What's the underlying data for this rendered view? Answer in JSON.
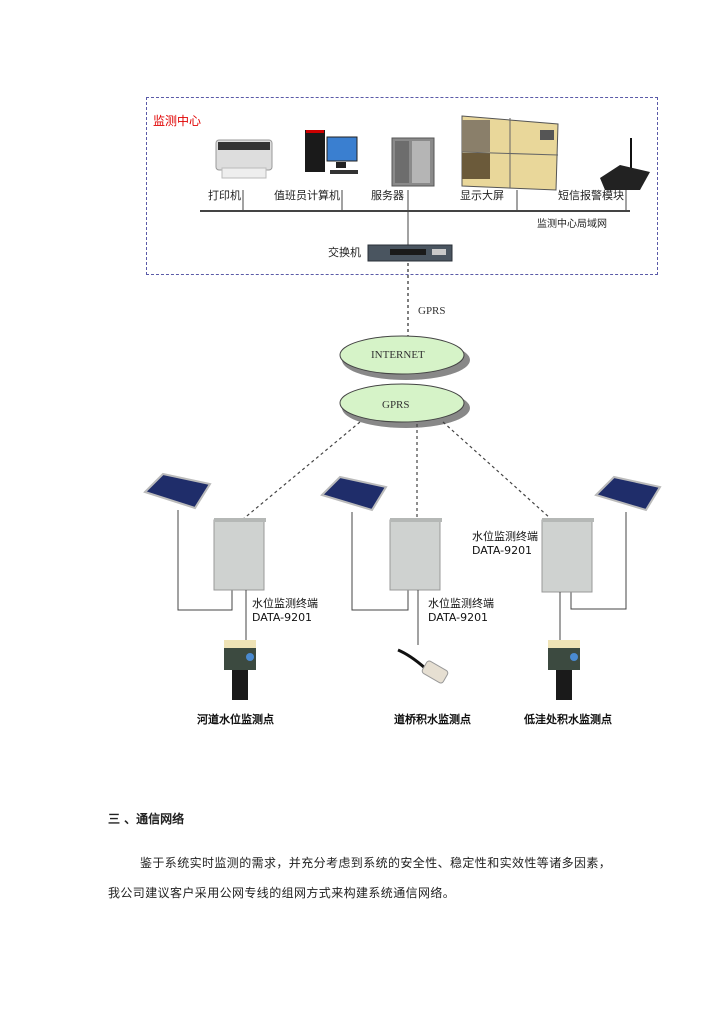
{
  "monitoring_center": {
    "title": "监测中心",
    "devices": [
      {
        "label": "打印机",
        "icon": "printer-icon"
      },
      {
        "label": "值班员计算机",
        "icon": "desktop-computer-icon"
      },
      {
        "label": "服务器",
        "icon": "server-icon"
      },
      {
        "label": "显示大屏",
        "icon": "video-wall-icon"
      },
      {
        "label": "短信报警模块",
        "icon": "sms-alarm-module-icon"
      }
    ],
    "lan_label": "监测中心局域网",
    "switch_label": "交换机"
  },
  "network": {
    "link_label": "GPRS",
    "cloud_top": "INTERNET",
    "cloud_bottom": "GPRS"
  },
  "sites": [
    {
      "terminal_name": "水位监测终端",
      "terminal_model": "DATA-9201",
      "sensor": "ultrasonic-level-sensor-icon",
      "site_label": "河道水位监测点"
    },
    {
      "terminal_name": "水位监测终端",
      "terminal_model": "DATA-9201",
      "sensor": "pressure-level-sensor-icon",
      "site_label": "道桥积水监测点"
    },
    {
      "terminal_name": "水位监测终端",
      "terminal_model": "DATA-9201",
      "sensor": "ultrasonic-level-sensor-icon",
      "site_label": "低洼处积水监测点"
    }
  ],
  "section": {
    "heading": "三 、通信网络",
    "paragraph_line1": "鉴于系统实时监测的需求，并充分考虑到系统的安全性、稳定性和实效性等诸多因素，",
    "paragraph_line2": "我公司建议客户采用公网专线的组网方式来构建系统通信网络。"
  }
}
